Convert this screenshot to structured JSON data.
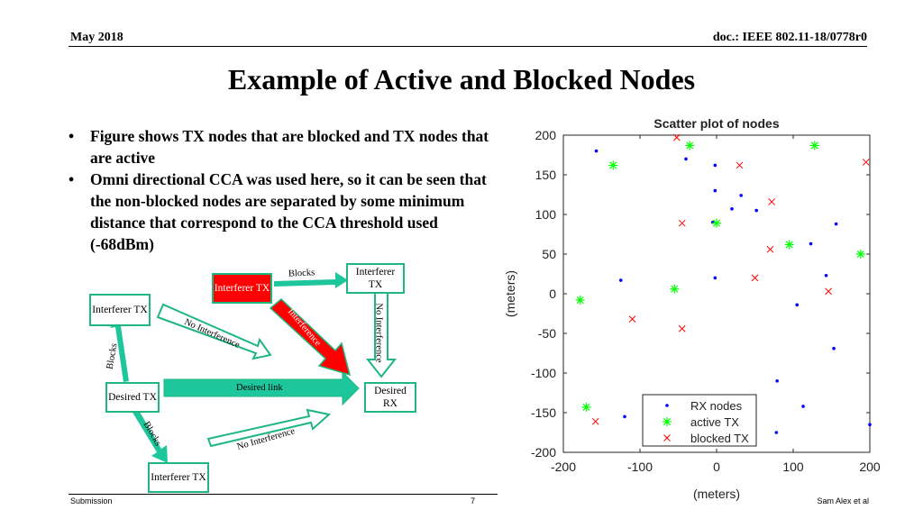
{
  "header": {
    "left": "May 2018",
    "right": "doc.: IEEE 802.11-18/0778r0"
  },
  "title": "Example of Active and Blocked Nodes",
  "bullets": [
    "Figure shows TX nodes that are blocked and TX nodes that are active",
    "Omni directional CCA was used here, so it can be seen that the non-blocked nodes are separated by some minimum distance that correspond to the CCA threshold used (-68dBm)"
  ],
  "diagram": {
    "boxes": {
      "interferer_tx_red": "Interferer TX",
      "interferer_tx_top": "Interferer TX",
      "interferer_tx_left": "Interferer TX",
      "desired_tx": "Desired TX",
      "desired_rx": "Desired RX",
      "interferer_tx_bottom": "Interferer TX"
    },
    "labels": {
      "blocks_top": "Blocks",
      "blocks_left": "Blocks",
      "blocks_bottom": "Blocks",
      "no_interference_1": "No Interference",
      "no_interference_2": "No Interference",
      "no_interference_3": "No Interference",
      "interference": "Interference",
      "desired_link": "Desired link"
    },
    "colors": {
      "arrow_green": "#1ec79b",
      "interference_red": "#ff0000",
      "box_border": "#1fb67f"
    }
  },
  "chart_data": {
    "type": "scatter",
    "title": "Scatter plot of nodes",
    "xlabel": "(meters)",
    "ylabel": "(meters)",
    "xlim": [
      -200,
      200
    ],
    "ylim": [
      -200,
      200
    ],
    "xticks": [
      -200,
      -100,
      0,
      100,
      200
    ],
    "yticks": [
      200,
      150,
      100,
      50,
      0,
      -50,
      -100,
      -150,
      -200
    ],
    "legend_position": "bottom-center",
    "series": [
      {
        "name": "RX nodes",
        "marker": "dot",
        "color": "#0000ff",
        "points": [
          [
            -157,
            180
          ],
          [
            -40,
            170
          ],
          [
            -2,
            162
          ],
          [
            -2,
            130
          ],
          [
            32,
            124
          ],
          [
            20,
            107
          ],
          [
            52,
            105
          ],
          [
            -5,
            90
          ],
          [
            156,
            88
          ],
          [
            123,
            63
          ],
          [
            143,
            23
          ],
          [
            -2,
            20
          ],
          [
            -125,
            17
          ],
          [
            105,
            -14
          ],
          [
            153,
            -69
          ],
          [
            79,
            -110
          ],
          [
            113,
            -142
          ],
          [
            -120,
            -155
          ],
          [
            200,
            -165
          ],
          [
            78,
            -175
          ]
        ]
      },
      {
        "name": "active TX",
        "marker": "asterisk",
        "color": "#00ff00",
        "points": [
          [
            -35,
            187
          ],
          [
            128,
            187
          ],
          [
            -135,
            162
          ],
          [
            0,
            89
          ],
          [
            95,
            62
          ],
          [
            188,
            50
          ],
          [
            -55,
            6
          ],
          [
            -178,
            -8
          ],
          [
            -170,
            -143
          ]
        ]
      },
      {
        "name": "blocked TX",
        "marker": "x",
        "color": "#ff0000",
        "points": [
          [
            -52,
            197
          ],
          [
            195,
            166
          ],
          [
            30,
            162
          ],
          [
            72,
            116
          ],
          [
            -45,
            89
          ],
          [
            70,
            56
          ],
          [
            50,
            20
          ],
          [
            146,
            3
          ],
          [
            -110,
            -32
          ],
          [
            -45,
            -44
          ],
          [
            -158,
            -161
          ]
        ]
      }
    ]
  },
  "footer": {
    "left": "Submission",
    "page": "7",
    "right": "Sam Alex et al"
  }
}
